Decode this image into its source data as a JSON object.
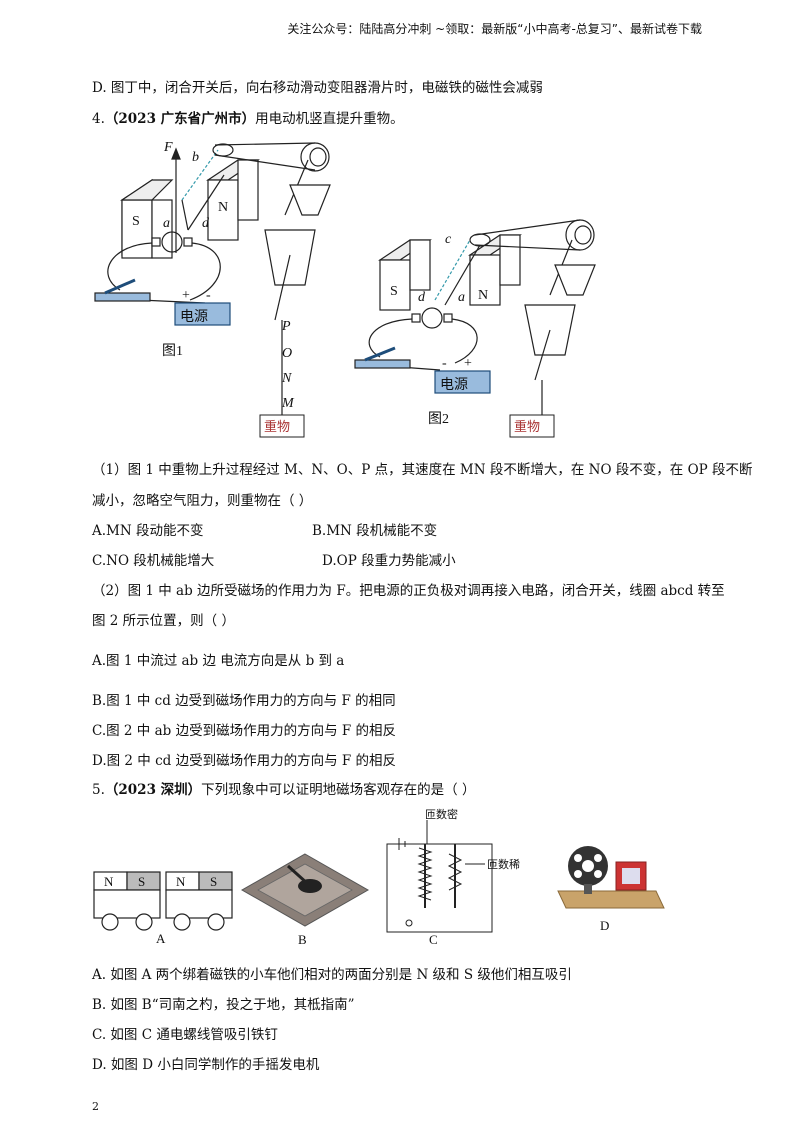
{
  "header": "关注公众号：陆陆高分冲刺   ~领取：最新版“小中高考-总复习”、最新试卷下载",
  "page_number": "2",
  "prev": {
    "option_d": "D. 图丁中，闭合开关后，向右移动滑动变阻器滑片时，电磁铁的磁性会减弱"
  },
  "q4": {
    "number": "4.",
    "source": "（2023 广东省广州市）",
    "stem": "用电动机竖直提升重物。",
    "figure1": {
      "caption": "图1",
      "labels": {
        "F": "F",
        "b": "b",
        "a": "a",
        "d": "d",
        "S": "S",
        "N": "N",
        "plus": "+",
        "minus": "-",
        "power": "电源",
        "P": "P",
        "O": "O",
        "Nn": "N",
        "M": "M",
        "weight": "重物"
      }
    },
    "figure2": {
      "caption": "图2",
      "labels": {
        "c": "c",
        "d": "d",
        "a": "a",
        "S": "S",
        "N": "N",
        "minus": "-",
        "plus": "+",
        "power": "电源",
        "weight": "重物"
      }
    },
    "sub1": {
      "stem_line1": "（1）图 1 中重物上升过程经过 M、N、O、P 点，其速度在 MN 段不断增大，在 NO 段不变，在 OP 段不断",
      "stem_line2": "减小，忽略空气阻力，则重物在（        ）",
      "option_a": "A.MN 段动能不变",
      "option_b": "B.MN 段机械能不变",
      "option_c": "C.NO 段机械能增大",
      "option_d": "D.OP 段重力势能减小"
    },
    "sub2": {
      "stem_line1": "（2）图 1 中 ab 边所受磁场的作用力为 F。把电源的正负极对调再接入电路，闭合开关，线圈 abcd 转至",
      "stem_line2": "图 2 所示位置，则（        ）",
      "option_a": "A.图 1 中流过 ab 边    电流方向是从 b 到 a",
      "option_b": "B.图 1 中 cd 边受到磁场作用力的方向与 F 的相同",
      "option_c": "C.图 2 中 ab 边受到磁场作用力的方向与 F 的相反",
      "option_d": "D.图 2 中 cd 边受到磁场作用力的方向与 F 的相反"
    }
  },
  "q5": {
    "number": "5.",
    "source": "（2023 深圳）",
    "stem": "下列现象中可以证明地磁场客观存在的是（        ）",
    "figures": {
      "A": "A",
      "B": "B",
      "C": "C",
      "D": "D",
      "magnet_n": "N",
      "magnet_s": "S",
      "coil_dense": "匝数密",
      "coil_sparse": "匝数稀"
    },
    "option_a": "A. 如图 A 两个绑着磁铁的小车他们相对的两面分别是 N 级和 S 级他们相互吸引",
    "option_b": "B. 如图 B“司南之杓，投之于地，其柢指南”",
    "option_c": "C. 如图 C 通电螺线管吸引铁钉",
    "option_d": "D. 如图 D 小白同学制作的手摇发电机"
  }
}
